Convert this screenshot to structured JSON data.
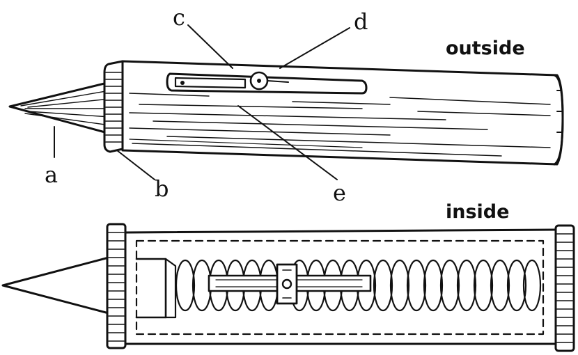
{
  "headings": {
    "outside": "outside",
    "inside": "inside"
  },
  "labels": {
    "a": "a",
    "b": "b",
    "c": "c",
    "d": "d",
    "e": "e"
  },
  "colors": {
    "ink": "#111111",
    "paper": "#ffffff"
  }
}
